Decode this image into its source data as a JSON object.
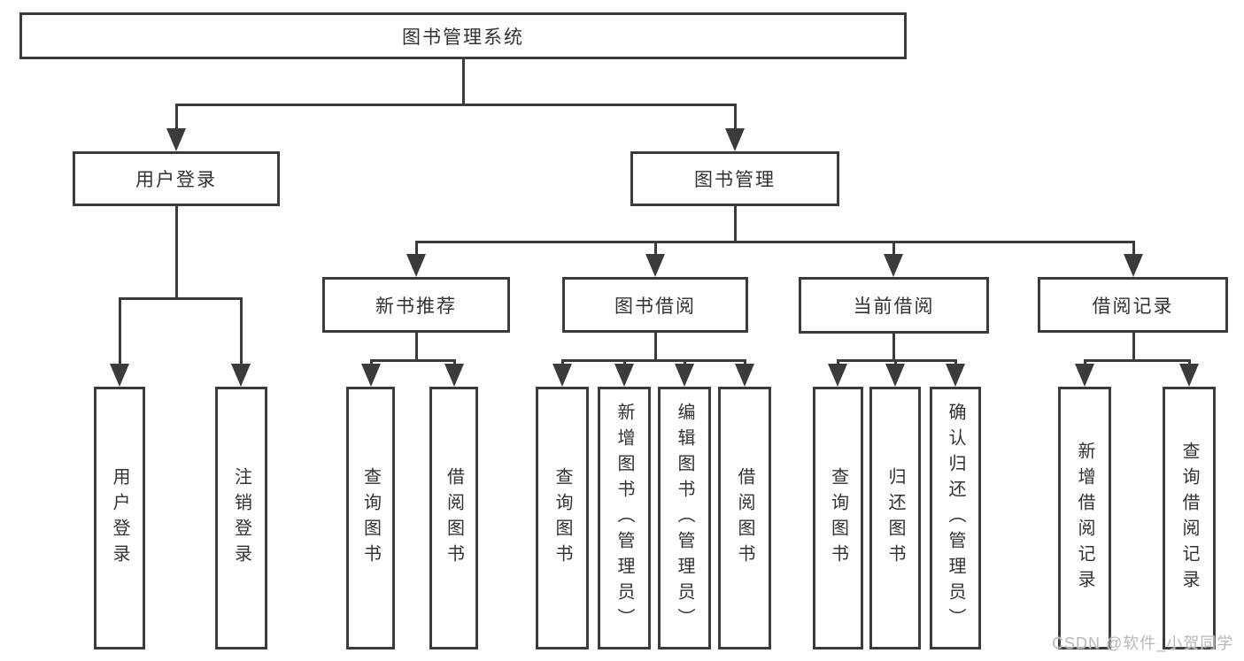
{
  "diagram": {
    "title": "图书管理系统",
    "branches": [
      {
        "label": "用户登录",
        "children": [
          {
            "label": "用户登录"
          },
          {
            "label": "注销登录"
          }
        ]
      },
      {
        "label": "图书管理",
        "children": [
          {
            "label": "新书推荐",
            "children": [
              {
                "label": "查询图书"
              },
              {
                "label": "借阅图书"
              }
            ]
          },
          {
            "label": "图书借阅",
            "children": [
              {
                "label": "查询图书"
              },
              {
                "label": "新增图书（管理员）"
              },
              {
                "label": "编辑图书（管理员）"
              },
              {
                "label": "借阅图书"
              }
            ]
          },
          {
            "label": "当前借阅",
            "children": [
              {
                "label": "查询图书"
              },
              {
                "label": "归还图书"
              },
              {
                "label": "确认归还（管理员）"
              }
            ]
          },
          {
            "label": "借阅记录",
            "children": [
              {
                "label": "新增借阅记录"
              },
              {
                "label": "查询借阅记录"
              }
            ]
          }
        ]
      }
    ]
  },
  "watermark": "CSDN @软件_小贺同学",
  "colors": {
    "line": "#3b3b3b",
    "text": "#323232",
    "background": "#ffffff",
    "watermark": "#b9b9b9"
  }
}
